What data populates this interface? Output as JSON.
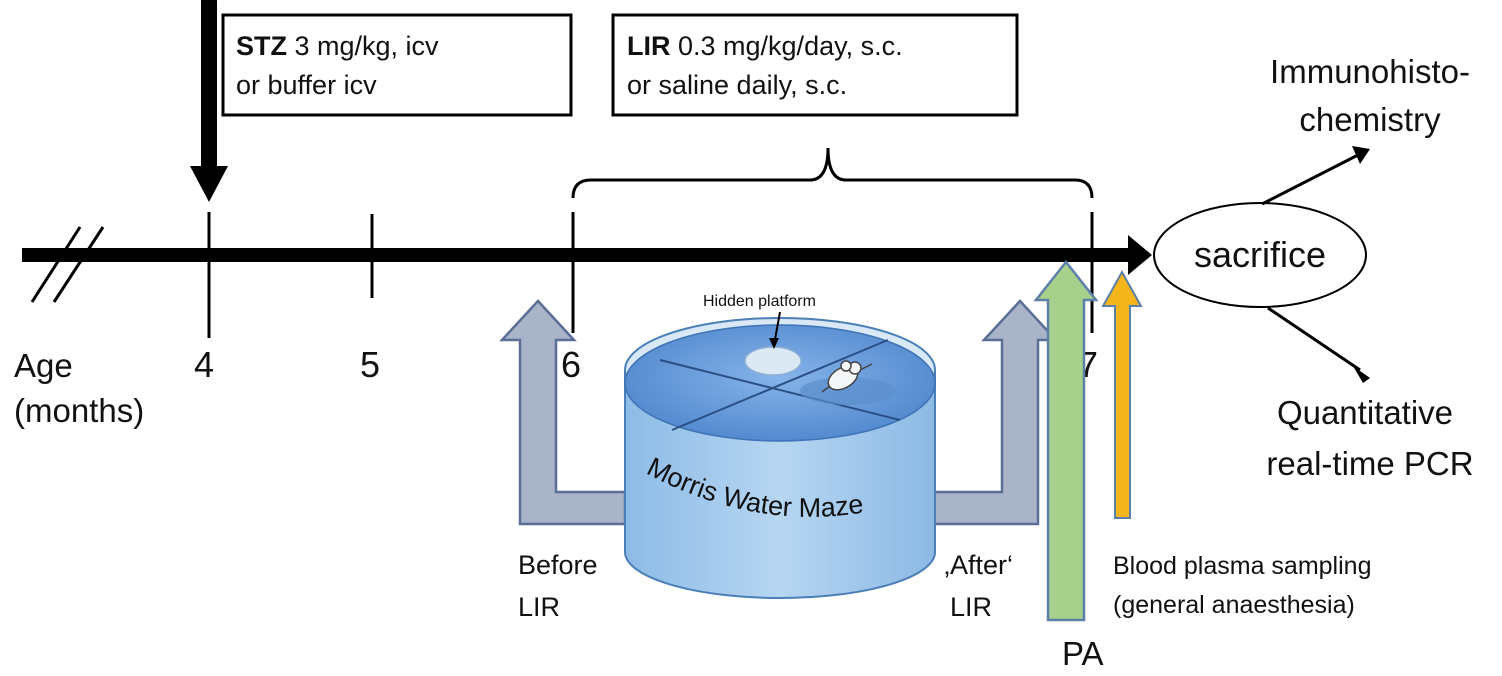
{
  "axis": {
    "label_line1": "Age",
    "label_line2": "(months)",
    "ticks": [
      "4",
      "5",
      "6",
      "7"
    ]
  },
  "stz_box": {
    "bold": "STZ",
    "line1_rest": " 3 mg/kg, icv",
    "line2": "or buffer icv"
  },
  "lir_box": {
    "bold": "LIR",
    "line1_rest": " 0.3 mg/kg/day, s.c.",
    "line2": "or saline daily, s.c."
  },
  "sacrifice": "sacrifice",
  "outcomes": {
    "top_line1": "Immunohisto-",
    "top_line2": "chemistry",
    "bottom_line1": "Quantitative",
    "bottom_line2": "real-time PCR"
  },
  "maze": {
    "title": "Morris Water Maze",
    "platform_label": "Hidden platform"
  },
  "before_label": {
    "line1": "Before",
    "line2": "LIR"
  },
  "after_label": {
    "line1": "‚After‘",
    "line2": "LIR"
  },
  "pa_label": "PA",
  "blood_label": {
    "line1": "Blood plasma sampling",
    "line2": "(general anaesthesia)"
  },
  "colors": {
    "timeline": "#000000",
    "test_arrow_fill": "#a9b4c9",
    "test_arrow_stroke": "#5a6f95",
    "pa_arrow_fill": "#a8d08d",
    "pa_arrow_stroke": "#5d80a8",
    "blood_arrow_fill": "#f4b61a",
    "blood_arrow_stroke": "#5d80a8",
    "water_top": "#5e93d6",
    "tank_side": "#9cc6ea"
  }
}
